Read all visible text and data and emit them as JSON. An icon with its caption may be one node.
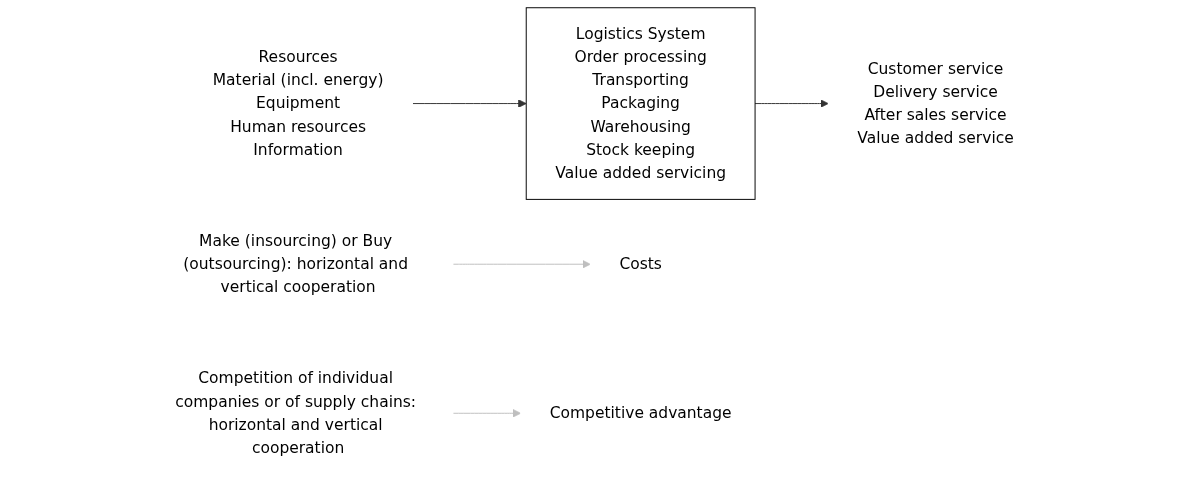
{
  "diagram": {
    "nodes": [
      {
        "text": [
          "Resources",
          "Material (incl. energy)",
          "Equipment",
          "Human resources",
          "Information"
        ]
      },
      {
        "text": [
          "Logistics System",
          "Order processing",
          "Transporting",
          "Packaging",
          "Warehousing",
          "Stock keeping",
          "Value added servicing"
        ]
      },
      {
        "text": [
          "Customer service",
          "Delivery service",
          "After sales service",
          "Value added service"
        ]
      },
      {
        "text": [
          "Costs"
        ]
      },
      {
        "text": [
          "Make (insourcing) or Buy (outsourcing): horizontal and vertical cooperation"
        ]
      },
      {
        "text": [
          "Competitive advantage"
        ]
      },
      {
        "text": [
          "Competition of individual companies or of supply chains: horizontal and vertical cooperation"
        ]
      }
    ],
    "edges": [
      {
        "from": 0,
        "to": 1,
        "arrow": "to"
      },
      {
        "from": 1,
        "to": 2,
        "arrow": "to"
      },
      {
        "from": 4,
        "to": 3,
        "arrow": "to",
        "color": "#bfbfbf"
      },
      {
        "from": 6,
        "to": 5,
        "arrow": "to",
        "color": "#bfbfbf"
      }
    ]
  }
}
